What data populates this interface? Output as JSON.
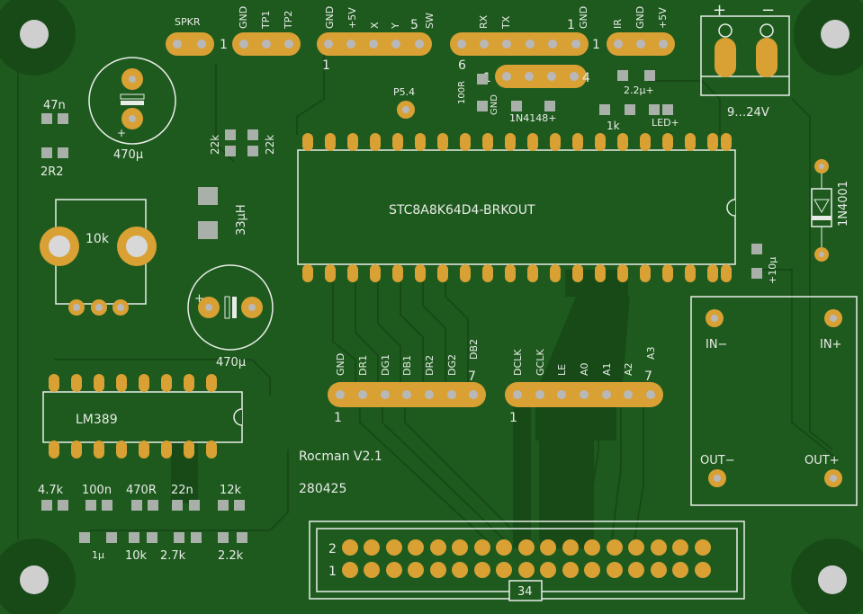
{
  "board": {
    "colors": {
      "board": "#1e5a1e",
      "trace": "#1b4f1b",
      "copper": "#d9a034",
      "silk": "#e8ece8",
      "pad_smd": "#a9b0aa"
    },
    "title": "STC8A8K64D4-BRKOUT",
    "project": "Rocman V2.1",
    "date": "280425"
  },
  "labels": {
    "spkr": "SPKR",
    "one": "1",
    "gnd": "GND",
    "tp1": "TP1",
    "tp2": "TP2",
    "v5": "+5V",
    "x": "X",
    "y": "Y",
    "sw": "SW",
    "five": "5",
    "rx": "RX",
    "tx": "TX",
    "ir": "IR",
    "six": "6",
    "four": "4",
    "r100": "100R",
    "d1n4148": "1N4148+",
    "c22u": "2.2µ+",
    "r1k": "1k",
    "led": "LED+",
    "plus": "+",
    "minus": "−",
    "vin": "9…24V",
    "c47n": "47n",
    "r2r2": "2R2",
    "c470u": "470µ",
    "r22k": "22k",
    "l33u": "33µH",
    "p54": "P5.4",
    "pot10k": "10k",
    "lm389": "LM389",
    "d1n4001": "1N4001",
    "c10u": "+10µ",
    "in_minus": "IN−",
    "in_plus": "IN+",
    "out_minus": "OUT−",
    "out_plus": "OUT+",
    "dr1": "DR1",
    "dg1": "DG1",
    "db1": "DB1",
    "dr2": "DR2",
    "dg2": "DG2",
    "db2": "DB2",
    "seven": "7",
    "dclk": "DCLK",
    "gclk": "GCLK",
    "le": "LE",
    "a0": "A0",
    "a1": "A1",
    "a2": "A2",
    "a3": "A3",
    "r47k": "4.7k",
    "c100n": "100n",
    "r470r": "470R",
    "c22n": "22n",
    "r12k": "12k",
    "c1u": "1µ",
    "r10k": "10k",
    "r27k": "2.7k",
    "r22k2": "2.2k",
    "two": "2",
    "hub34": "34"
  }
}
